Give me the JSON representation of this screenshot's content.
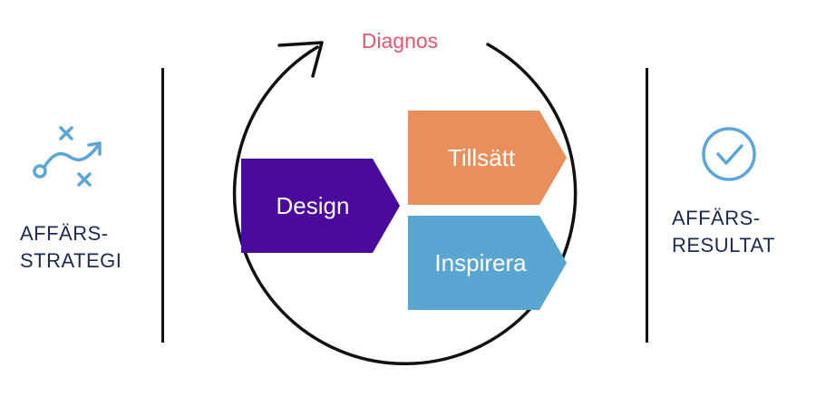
{
  "cycle": {
    "label": "Diagnos",
    "label_color": "#e2566e"
  },
  "left": {
    "lines": [
      "AFFÄRS-",
      "STRATEGI"
    ],
    "icon": "strategy-play-icon",
    "icon_color": "#5aa6d8"
  },
  "right": {
    "lines": [
      "AFFÄRS-",
      "RESULTAT"
    ],
    "icon": "check-circle-icon",
    "icon_color": "#5aa6d8"
  },
  "steps": [
    {
      "label": "Design",
      "color": "#4a0a9c"
    },
    {
      "label": "Tillsätt",
      "color": "#e98f5b"
    },
    {
      "label": "Inspirera",
      "color": "#5aa6d2"
    }
  ]
}
